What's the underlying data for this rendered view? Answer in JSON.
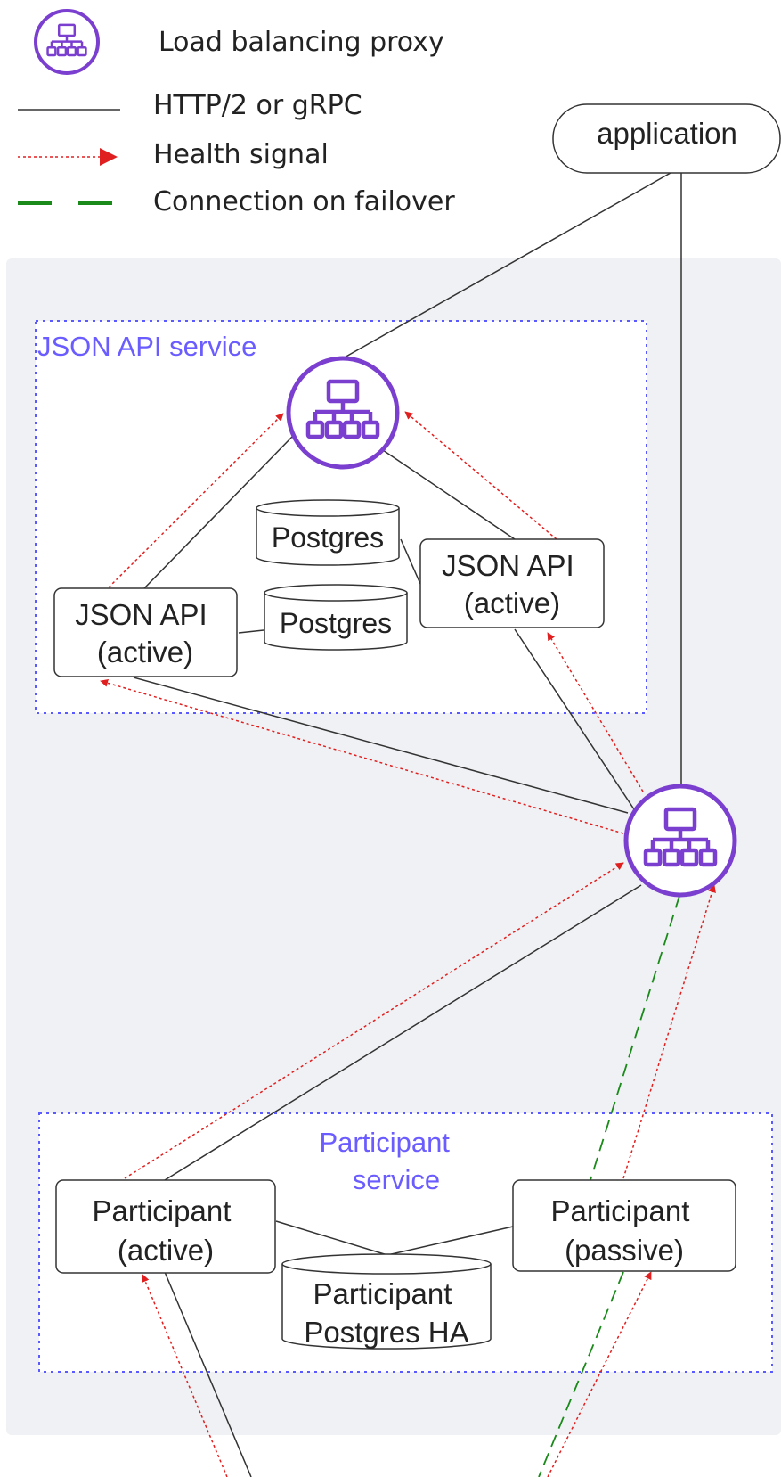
{
  "legend": {
    "proxy_label": "Load balancing proxy",
    "http_label": "HTTP/2 or gRPC",
    "health_label": "Health signal",
    "failover_label": "Connection on failover"
  },
  "application_label": "application",
  "json_api_service": {
    "title": "JSON API service",
    "left_node": [
      "JSON API",
      "(active)"
    ],
    "right_node": [
      "JSON API",
      "(active)"
    ],
    "db_top": "Postgres",
    "db_bottom": "Postgres"
  },
  "participant_service": {
    "title": [
      "Participant",
      "service"
    ],
    "active_node": [
      "Participant",
      "(active)"
    ],
    "passive_node": [
      "Participant",
      "(passive)"
    ],
    "db": [
      "Participant",
      "Postgres HA"
    ]
  },
  "colors": {
    "proxy": "#7b3fd0",
    "service_outline": "#5a5aff",
    "service_title": "#6a5cff",
    "health": "#e02020",
    "failover": "#1a8a1a",
    "line": "#333333",
    "background_panel": "#f0f1f4"
  }
}
